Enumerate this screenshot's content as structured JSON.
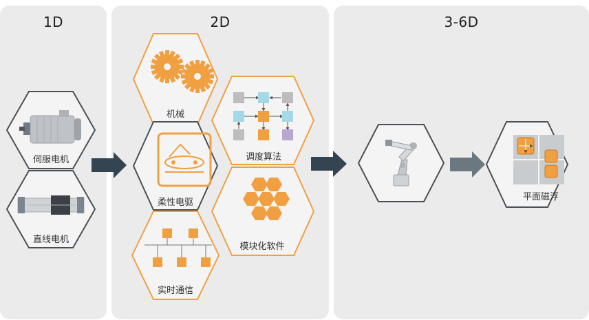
{
  "panels": [
    {
      "id": "1d",
      "title": "1D"
    },
    {
      "id": "2d",
      "title": "2D"
    },
    {
      "id": "3-6d",
      "title": "3-6D"
    }
  ],
  "hexes": {
    "servo_motor": "伺服电机",
    "linear_motor": "直线电机",
    "mechanics": "机械",
    "scheduling_algorithm": "调度算法",
    "flexible_drive": "柔性电驱",
    "modular_software": "模块化软件",
    "realtime_comm": "实时通信",
    "planar_maglev": "平面磁浮"
  },
  "colors": {
    "orange": "#f0a040",
    "hex_stroke_gray": "#4a4f55",
    "arrow_dark": "#354451",
    "arrow_light": "#6c7880",
    "node_gray": "#bdbdbd",
    "node_blue": "#a6d9e8",
    "node_purple": "#b8a8cf",
    "panel_bg": "#ebebeb"
  }
}
